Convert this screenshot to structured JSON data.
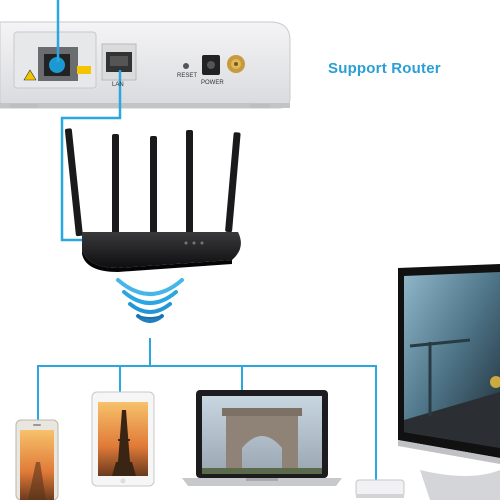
{
  "caption": "Support Router",
  "ont_labels": {
    "lan": "LAN",
    "reset": "RESET",
    "power": "POWER"
  },
  "colors": {
    "accent": "#2a9fd6",
    "line": "#2aa7e0"
  },
  "icons": [
    "fiber-port-icon",
    "wifi-signal-icon"
  ]
}
